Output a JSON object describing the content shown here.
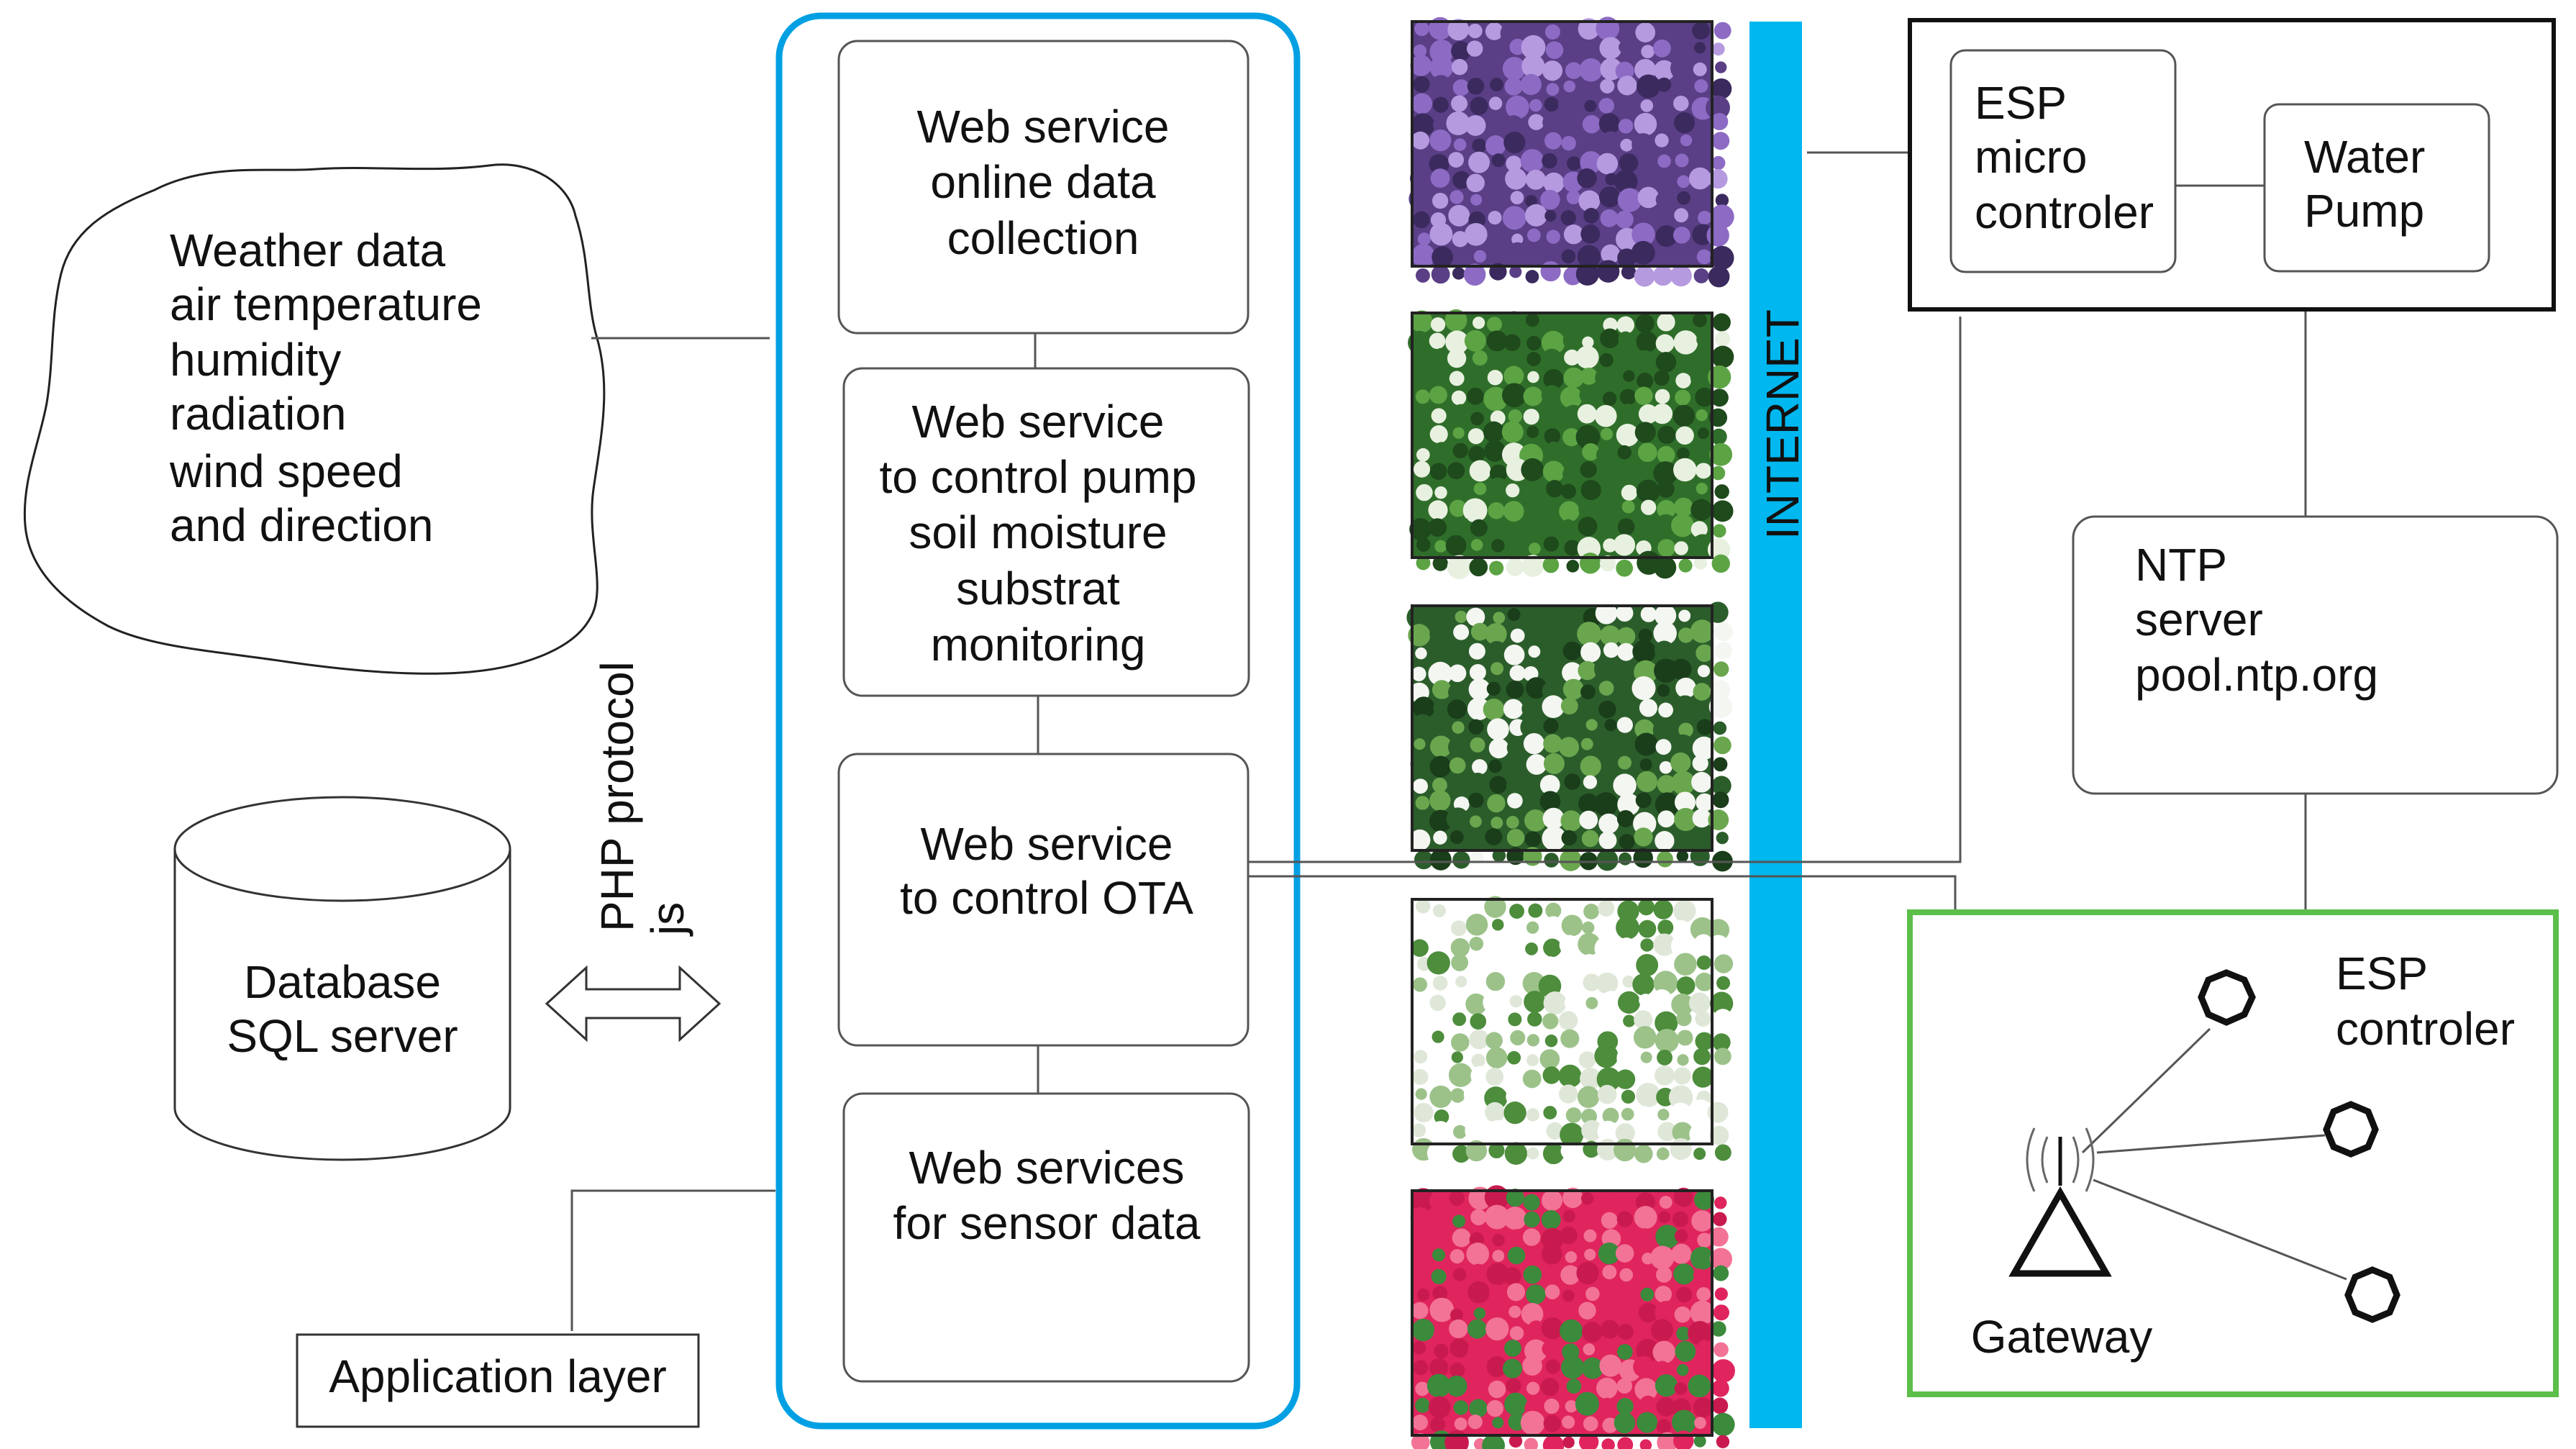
{
  "weather": {
    "lines": [
      "Weather data",
      "air temperature",
      "humidity",
      "radiation",
      "wind speed",
      "and direction"
    ]
  },
  "database": {
    "lines": [
      "Database",
      "SQL server"
    ]
  },
  "protocol": {
    "line1": "PHP  protocol",
    "line2": "js"
  },
  "app_layer": {
    "label": "Application layer"
  },
  "services": [
    {
      "lines": [
        "Web service",
        "online data",
        "collection"
      ]
    },
    {
      "lines": [
        "Web service",
        "to control pump",
        "soil moisture",
        "substrat",
        "monitoring"
      ]
    },
    {
      "lines": [
        "Web service",
        "to control OTA"
      ]
    },
    {
      "lines": [
        "Web services",
        "for sensor data"
      ]
    }
  ],
  "photos": [
    {
      "name": "purple-flowers",
      "colors": [
        "#5a3f86",
        "#8d6bc4",
        "#b59ae0",
        "#3b2a5e"
      ]
    },
    {
      "name": "white-green-flowers",
      "colors": [
        "#2f6e2a",
        "#5ca344",
        "#e8f1e0",
        "#1f4a1c"
      ]
    },
    {
      "name": "white-large-flowers",
      "colors": [
        "#2b5d2b",
        "#6aa64e",
        "#f4f6f1",
        "#1a3d1a"
      ]
    },
    {
      "name": "white-dense-flowers",
      "colors": [
        "#ffffff",
        "#dfe7d8",
        "#4d8d3c",
        "#9cc28a"
      ]
    },
    {
      "name": "pink-flowers",
      "colors": [
        "#e0245e",
        "#c91a4f",
        "#f27396",
        "#3c8a3c"
      ]
    }
  ],
  "internet": {
    "label": "INTERNET",
    "color": "#00b7ef"
  },
  "esp_micro": {
    "lines": [
      "ESP",
      "micro",
      "controler"
    ]
  },
  "water_pump": {
    "lines": [
      "Water",
      "Pump"
    ]
  },
  "ntp": {
    "lines": [
      "NTP",
      "server",
      "pool.ntp.org"
    ]
  },
  "esp_controler": {
    "lines": [
      "ESP",
      "controler"
    ],
    "gateway": "Gateway"
  },
  "colors": {
    "web_container": "#00a0e3",
    "esp_panel": "#5cbf4a",
    "device_frame": "#111111"
  }
}
